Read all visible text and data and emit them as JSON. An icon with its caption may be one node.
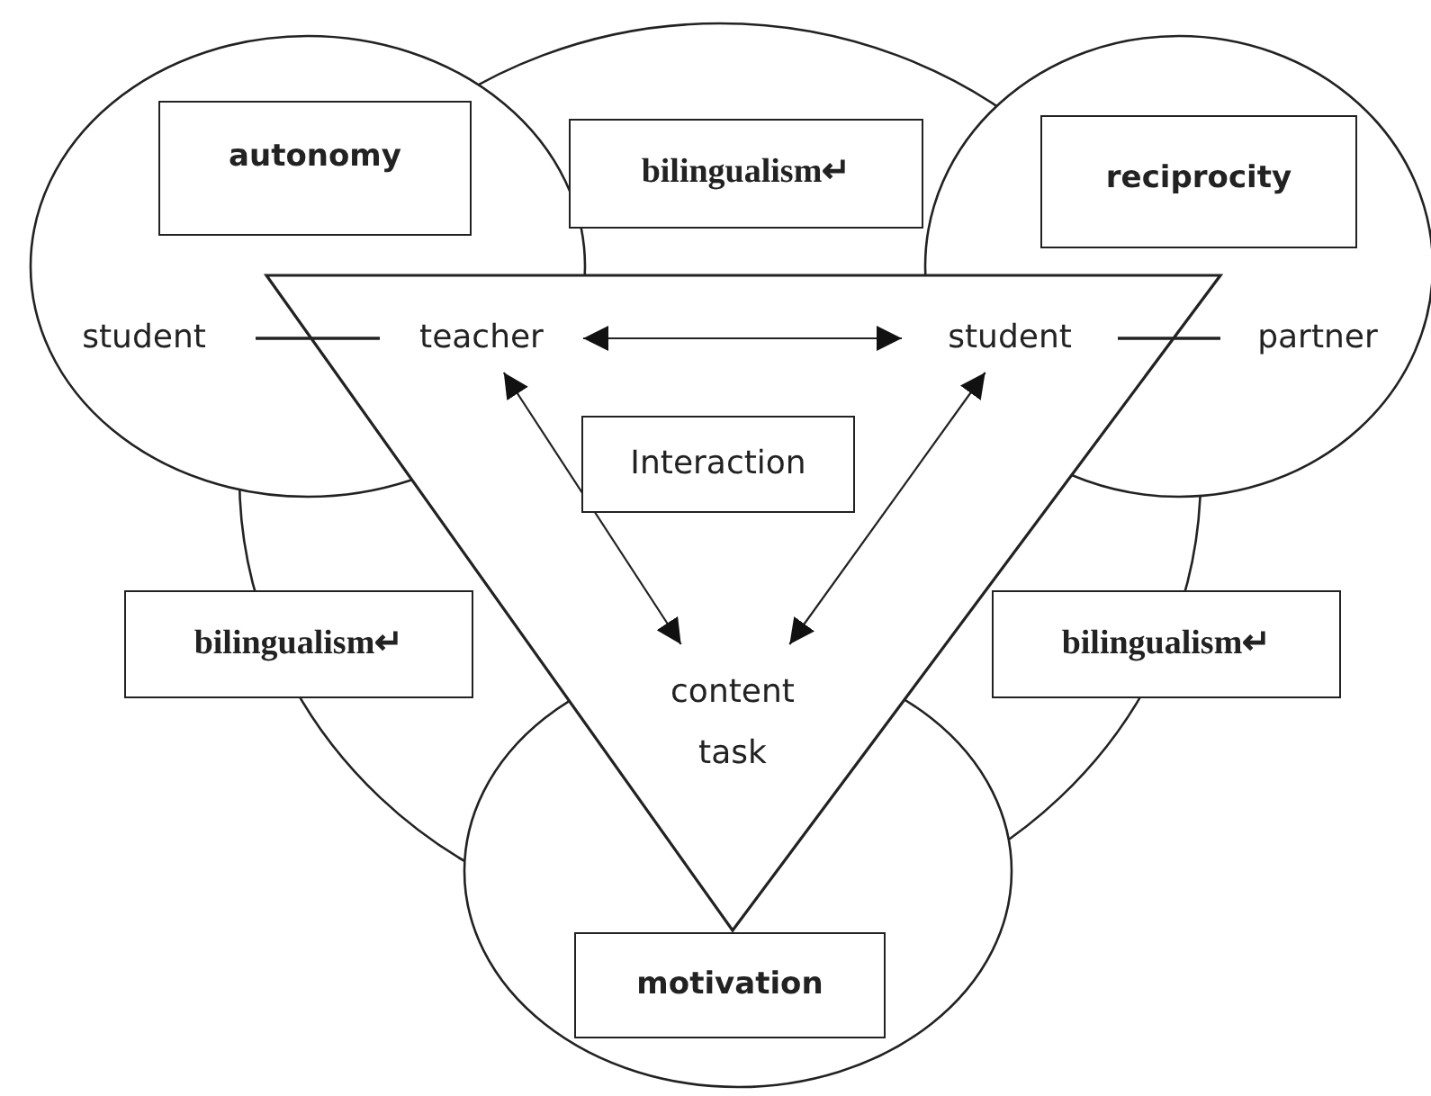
{
  "diagram": {
    "nodes": [
      {
        "text": [
          "autonomy"
        ]
      },
      {
        "text": [
          "bilingualism↵"
        ]
      },
      {
        "text": [
          "reciprocity"
        ]
      },
      {
        "text": [
          "student"
        ]
      },
      {
        "text": [
          "teacher"
        ]
      },
      {
        "text": [
          "student"
        ]
      },
      {
        "text": [
          "partner"
        ]
      },
      {
        "text": [
          "Interaction"
        ]
      },
      {
        "text": [
          "bilingualism↵"
        ]
      },
      {
        "text": [
          "content task"
        ]
      },
      {
        "text": [
          "bilingualism↵"
        ]
      },
      {
        "text": [
          "motivation"
        ]
      }
    ],
    "edges": [
      {
        "from": 3,
        "to": 4,
        "arrow": "none"
      },
      {
        "from": 4,
        "to": 5,
        "arrow": "both"
      },
      {
        "from": 5,
        "to": 6,
        "arrow": "none"
      },
      {
        "from": 4,
        "to": 9,
        "arrow": "both"
      },
      {
        "from": 5,
        "to": 9,
        "arrow": "both"
      }
    ]
  }
}
